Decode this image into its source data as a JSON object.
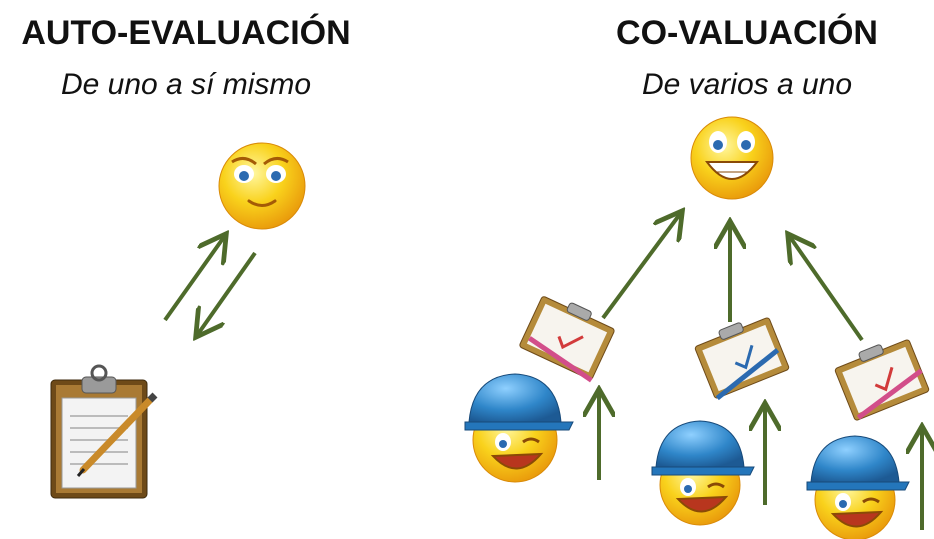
{
  "left": {
    "title": "AUTO-EVALUACIÓN",
    "subtitle": "De uno a sí mismo"
  },
  "right": {
    "title": "CO-VALUACIÓN",
    "subtitle": "De varios a uno"
  },
  "colors": {
    "arrow": "#4e6b2b",
    "face": "#f6c21a",
    "helmet": "#2f86c9",
    "clipboard": "#b58b3b"
  }
}
